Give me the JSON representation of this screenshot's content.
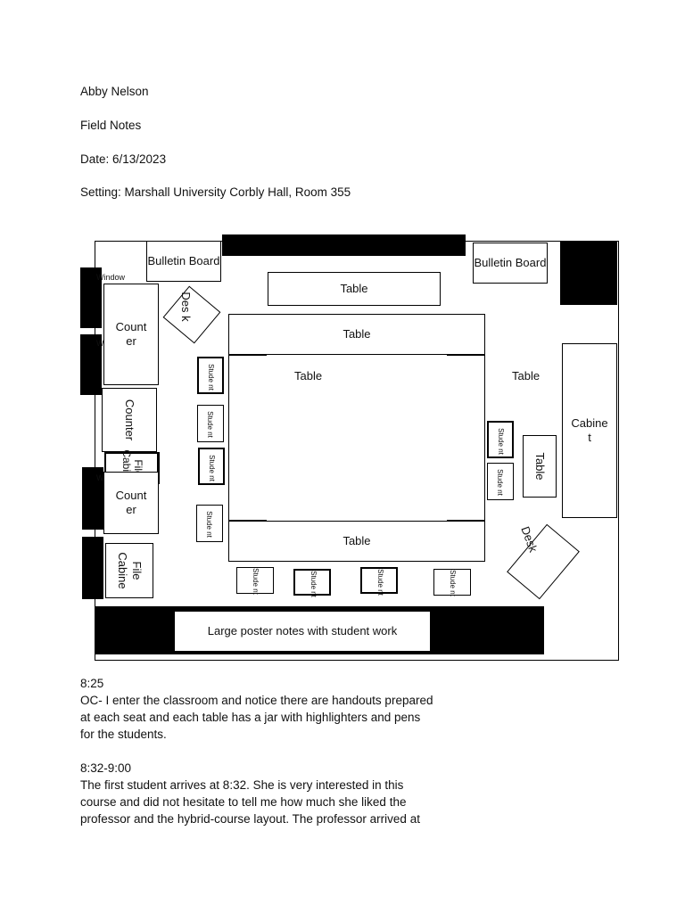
{
  "header": {
    "name": "Abby Nelson",
    "doc_type": "Field Notes",
    "date": "Date: 6/13/2023",
    "setting": "Setting: Marshall University Corbly Hall, Room 355"
  },
  "floor_plan": {
    "bulletin_left": "Bulletin Board",
    "bulletin_right": "Bulletin Board",
    "window": "Window",
    "desk_small": "Des k",
    "desk_right": "Desk",
    "counter_1": "Count er",
    "counter_2": "Counter",
    "counter_3": "Count er",
    "file_cabinet_overlap": "File Cabinet",
    "file_cabinet_bottom": "File Cabine",
    "table_top": "Table",
    "table_second": "Table",
    "table_inner": "Table",
    "table_right": "Table",
    "table_right_small": "Table",
    "table_bottom": "Table",
    "cabinet": "Cabine t",
    "student": "Stude nt",
    "poster": "Large poster notes with student work"
  },
  "notes": [
    {
      "time": "8:25",
      "lines": [
        "OC- I enter the classroom and notice there are handouts prepared",
        "at each seat and each table has a jar with highlighters and pens",
        "for the students."
      ]
    },
    {
      "time": "8:32-9:00",
      "lines": [
        "The first student arrives at 8:32. She is very interested in this",
        "course and did not hesitate to tell me how much she liked the",
        "professor and the hybrid-course layout. The professor arrived at"
      ]
    }
  ]
}
